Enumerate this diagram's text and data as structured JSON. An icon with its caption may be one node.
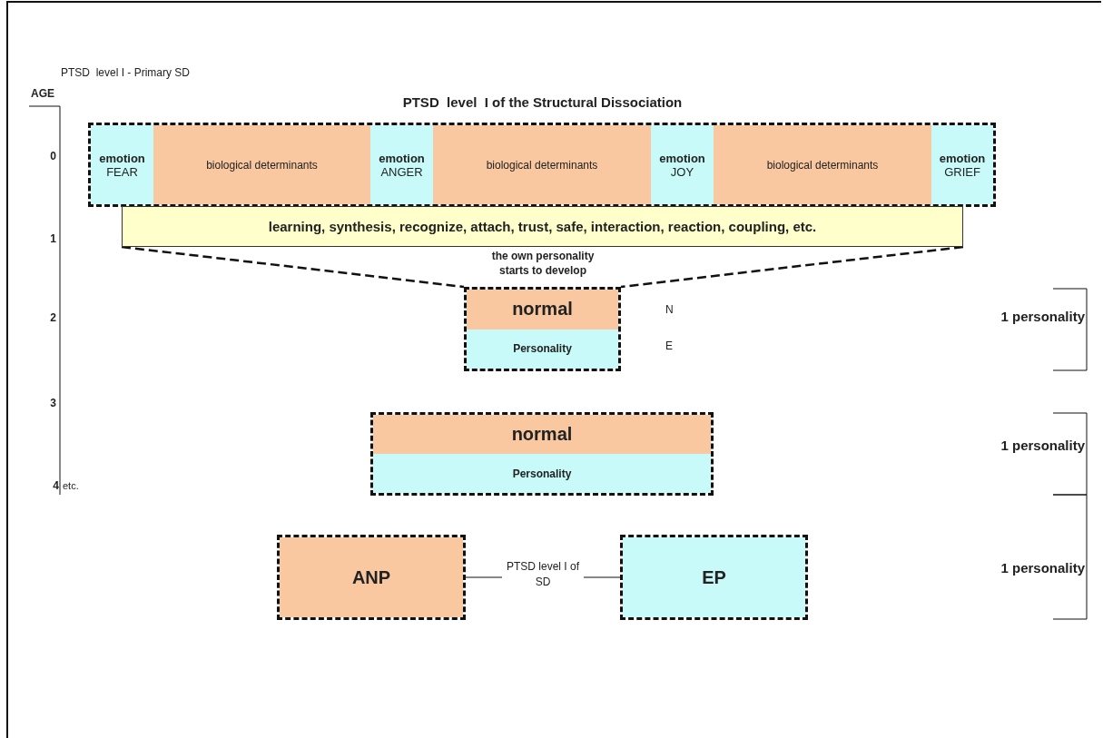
{
  "diagram": {
    "title": "PTSD  level  I of the Structural Dissociation",
    "nodes": [
      {
        "text": [],
        "shape": "box"
      },
      {
        "text": [
          "**emotion** FEAR"
        ],
        "in": 0
      },
      {
        "text": [
          "biological determinants"
        ],
        "in": 0
      },
      {
        "text": [
          "**emotion** ANGER"
        ],
        "in": 0
      },
      {
        "text": [
          "biological determinants"
        ],
        "in": 0
      },
      {
        "text": [
          "**emotion** JOY"
        ],
        "in": 0
      },
      {
        "text": [
          "biological determinants"
        ],
        "in": 0
      },
      {
        "text": [
          "**emotion** GRIEF"
        ],
        "in": 0
      },
      {
        "text": [
          "learning, synthesis, recognize, attach, trust, safe, interaction, reaction, coupling, etc."
        ]
      },
      {
        "text": [
          "normal",
          "Personality"
        ],
        "beside": [
          "N",
          "E"
        ]
      },
      {
        "text": [
          "normal",
          "Personality"
        ]
      },
      {
        "text": [
          "ANP"
        ]
      },
      {
        "text": [
          "EP"
        ]
      }
    ],
    "edges": [
      {
        "from": 8,
        "to": 9,
        "arrow": "none",
        "style": "dashed"
      },
      {
        "from": 8,
        "to": 9,
        "arrow": "none",
        "style": "dashed"
      },
      {
        "from": 11,
        "to": 12,
        "arrow": "none",
        "label": "PTSD level I of SD"
      }
    ],
    "labels": [
      "PTSD  level I - Primary SD",
      "AGE",
      "0",
      "1",
      "the own personality starts to develop",
      "2",
      "1 personality",
      "3",
      "1 personality",
      "4",
      "etc.",
      "1 personality"
    ]
  }
}
